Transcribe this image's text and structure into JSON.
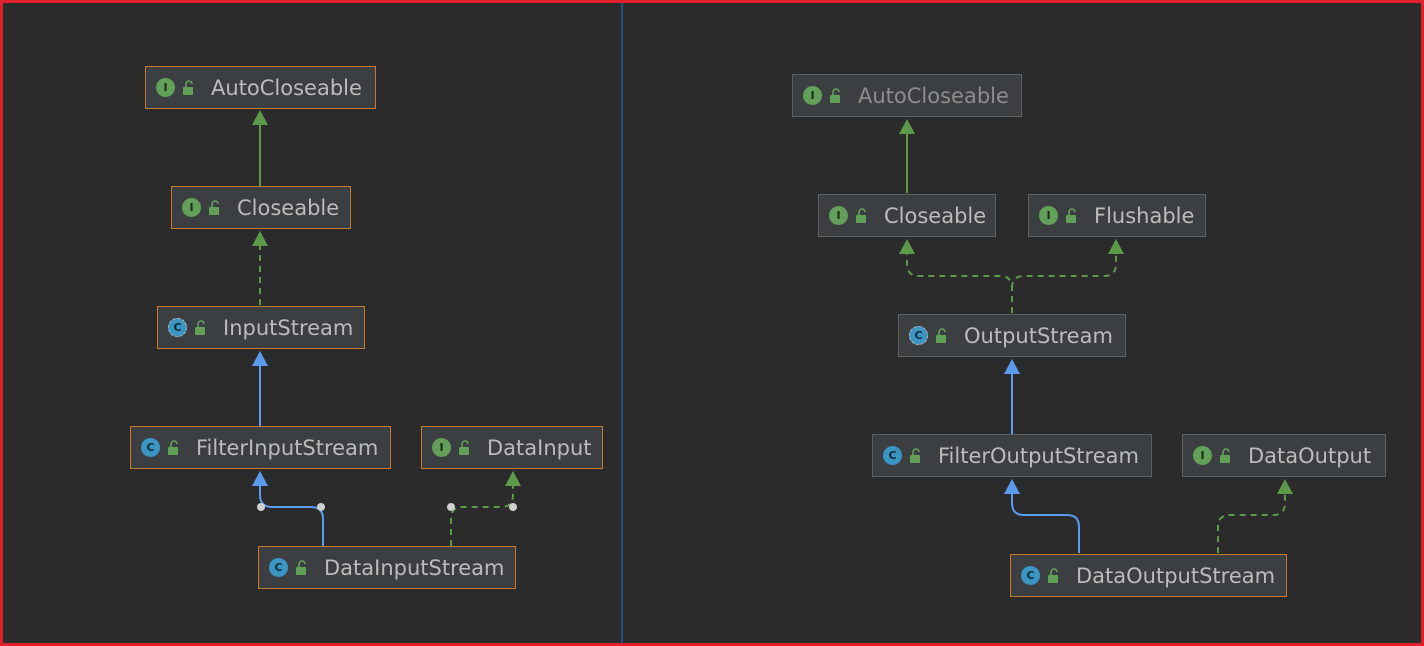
{
  "left_diagram": {
    "nodes": {
      "autocloseable": {
        "label": "AutoCloseable",
        "kind": "interface",
        "badge": "I"
      },
      "closeable": {
        "label": "Closeable",
        "kind": "interface",
        "badge": "I"
      },
      "inputstream": {
        "label": "InputStream",
        "kind": "abstract-class",
        "badge": "C"
      },
      "filterinputstream": {
        "label": "FilterInputStream",
        "kind": "class",
        "badge": "C"
      },
      "datainput": {
        "label": "DataInput",
        "kind": "interface",
        "badge": "I"
      },
      "datainputstream": {
        "label": "DataInputStream",
        "kind": "class",
        "badge": "C"
      }
    }
  },
  "right_diagram": {
    "nodes": {
      "autocloseable": {
        "label": "AutoCloseable",
        "kind": "interface",
        "badge": "I"
      },
      "closeable": {
        "label": "Closeable",
        "kind": "interface",
        "badge": "I"
      },
      "flushable": {
        "label": "Flushable",
        "kind": "interface",
        "badge": "I"
      },
      "outputstream": {
        "label": "OutputStream",
        "kind": "abstract-class",
        "badge": "C"
      },
      "filteroutputstream": {
        "label": "FilterOutputStream",
        "kind": "class",
        "badge": "C"
      },
      "dataoutput": {
        "label": "DataOutput",
        "kind": "interface",
        "badge": "I"
      },
      "dataoutputstream": {
        "label": "DataOutputStream",
        "kind": "class",
        "badge": "C"
      }
    }
  },
  "colors": {
    "frame_border": "#e0202a",
    "background": "#2b2b2b",
    "divider": "#1e4f86",
    "node_border": "#c77a2a",
    "node_fill": "#3c3f41",
    "interface_badge": "#62a05a",
    "class_badge": "#3b95c2",
    "extends_arrow": "#5a9cf0",
    "implements_arrow": "#5c9a4a"
  },
  "icons": {
    "interface": "interface-icon",
    "class": "class-icon",
    "abstract-class": "abstract-class-icon",
    "visibility": "public-lock-icon"
  }
}
